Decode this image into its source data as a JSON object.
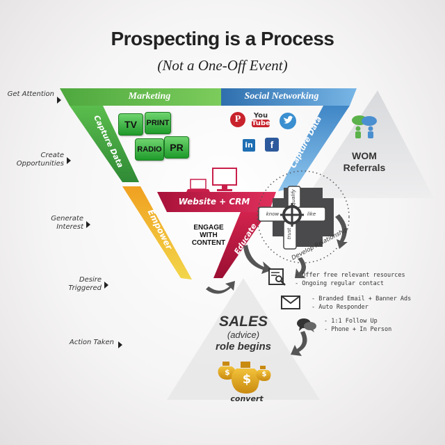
{
  "header": {
    "title": "Prospecting is a Process",
    "subtitle": "(Not a One-Off Event)"
  },
  "stages": [
    "Get Attention",
    "Create Opportunities",
    "Generate Interest",
    "Desire Triggered",
    "Action Taken"
  ],
  "funnel": {
    "marketing": "Marketing",
    "social": "Social Networking",
    "capture_left": "Capture Data",
    "capture_right": "Capture Data",
    "empower": "Empower",
    "educate": "Educate",
    "website": "Website + CRM",
    "engage": [
      "ENGAGE",
      "WITH",
      "CONTENT"
    ]
  },
  "media": [
    "TV",
    "PRINT",
    "RADIO",
    "PR"
  ],
  "social_icons": [
    "pinterest-icon",
    "youtube-icon",
    "twitter-icon",
    "linkedin-icon",
    "facebook-icon"
  ],
  "youtube": {
    "you": "You",
    "tube": "Tube"
  },
  "social_glyphs": {
    "pinterest": "P",
    "linkedin": "in",
    "facebook": "f"
  },
  "wom": {
    "line1": "WOM",
    "line2": "Referrals"
  },
  "relationship": {
    "qualify": "qualify",
    "know": "know",
    "like": "like",
    "trust": "trust",
    "develop": "Develop Relationship"
  },
  "actions": [
    {
      "icon": "document-search-icon",
      "lines": [
        "- Offer free relevant resources",
        "- Ongoing regular contact"
      ]
    },
    {
      "icon": "email-icon",
      "lines": [
        "- Branded Email + Banner Ads",
        "- Auto Responder"
      ]
    },
    {
      "icon": "chat-bubbles-icon",
      "lines": [
        "- 1:1 Follow Up",
        "- Phone + In Person"
      ]
    }
  ],
  "sales": {
    "line1": "SALES",
    "line2": "(advice)",
    "line3": "role begins"
  },
  "convert": "convert",
  "money_symbol": "$",
  "colors": {
    "marketing": "#5cb84c",
    "social": "#5b9fd6",
    "empower": "#e6b21a",
    "crm": "#c81f4a",
    "wom_triangle": "#e3e4e6",
    "sales_triangle": "#e6e6e6",
    "money": "#e0a818"
  }
}
